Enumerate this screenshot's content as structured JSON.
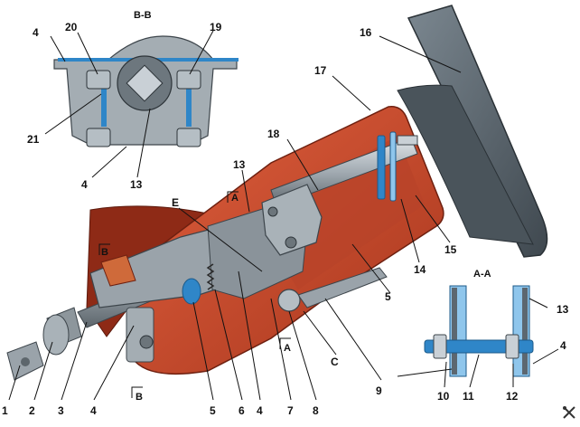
{
  "colors": {
    "housing": "#c8462a",
    "housing_dark": "#8e2a16",
    "metal_light": "#c9d0d6",
    "metal_mid": "#8f989f",
    "metal_dark": "#4f575d",
    "blue": "#2f86c8",
    "blue_light": "#8fc6ec",
    "panel": "#5c6770",
    "panel_light": "#7b8790",
    "bracket_red": "#9a2f1c"
  },
  "section_labels": {
    "bb": "B-B",
    "aa": "A-A",
    "arrow_a1": "A",
    "arrow_a2": "A",
    "arrow_b1": "B",
    "arrow_b2": "B",
    "letter_e": "E",
    "letter_c": "C"
  },
  "callouts": {
    "n1": "1",
    "n2": "2",
    "n3": "3",
    "n4": "4",
    "n5": "5",
    "n6": "6",
    "n7": "7",
    "n8": "8",
    "n9": "9",
    "n10": "10",
    "n11": "11",
    "n12": "12",
    "n13": "13",
    "n14": "14",
    "n15": "15",
    "n16": "16",
    "n17": "17",
    "n18": "18",
    "n19": "19",
    "n20": "20",
    "n21": "21",
    "inset_bb_4_top": "4",
    "inset_bb_4_bottom": "4",
    "inset_bb_13": "13",
    "main_4_mid": "4",
    "main_4_right": "4",
    "main_5_right": "5",
    "main_13_top": "13",
    "inset_aa_13": "13",
    "inset_aa_4": "4"
  },
  "icons": {
    "corner": "tools-icon"
  }
}
